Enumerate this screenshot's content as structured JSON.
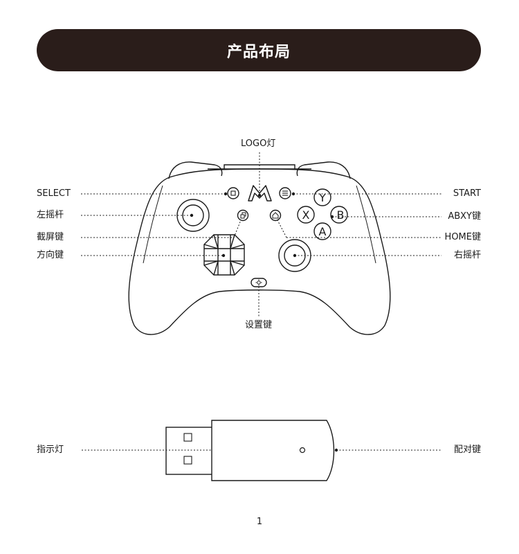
{
  "header": {
    "title": "产品布局"
  },
  "controller": {
    "labels": {
      "logo_light": "LOGO灯",
      "select": "SELECT",
      "left_stick": "左摇杆",
      "screenshot": "截屏键",
      "dpad": "方向键",
      "start": "START",
      "abxy": "ABXY键",
      "home": "HOME键",
      "right_stick": "右摇杆",
      "settings": "设置键"
    },
    "face_buttons": {
      "y": "Y",
      "x": "X",
      "b": "B",
      "a": "A"
    }
  },
  "dongle": {
    "labels": {
      "indicator": "指示灯",
      "pair": "配对键"
    }
  },
  "footer": {
    "page_number": "1"
  },
  "colors": {
    "banner": "#2a1d1a",
    "line": "#1a1a1a"
  }
}
